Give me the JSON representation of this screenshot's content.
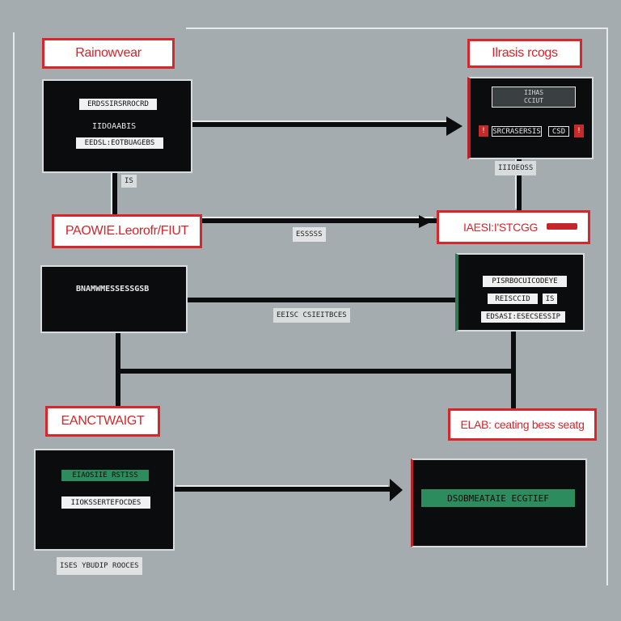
{
  "colors": {
    "background": "#a4acb0",
    "accent_red": "#d8262b",
    "box_dark": "#0b0c0d",
    "accent_green": "#2d8c5e"
  },
  "labels": {
    "top_left": "Rainowvear",
    "top_right": "Ilrasis rcogs",
    "mid_left": "PAOWIE.Leorofr/FIUT",
    "mid_right": "IAESI:I'STCGG",
    "lower_left": "EANCTWAIGT",
    "lower_right": "ELAB: ceating bess seatg"
  },
  "boxes": {
    "b1": {
      "line1": "ERDSSIRSRROCRD",
      "line2": "IIDOAABIS",
      "line3": "EEDSL:EOTBUAGEBS"
    },
    "b2": {
      "screen": "IIHAS\nCCIUT",
      "tag_dark": "SRCRASERSIS",
      "tag_small": "CSD",
      "icon": "!"
    },
    "b3": {
      "line1": "BNAMWMESSESSGSB"
    },
    "b4": {
      "tag1": "PISRBOCUICODEYE",
      "tag2": "REISCCID",
      "tag3": "IS",
      "tag4": "EDSASI:ESECSESSIP"
    },
    "b5": {
      "tag_green": "EIAOSIIE RSTISS",
      "tag_white": "IIOKSSERTEFOCDES"
    },
    "b6": {
      "bar": "DSOBMEATAIE ECGTIEF"
    }
  },
  "captions": {
    "c1": "IS",
    "c2": "IIIOEOSS",
    "c3": "ESSSSS",
    "c4": "EEISC CSIEITBCES",
    "c5": "ISES YBUDIP ROOCES"
  }
}
